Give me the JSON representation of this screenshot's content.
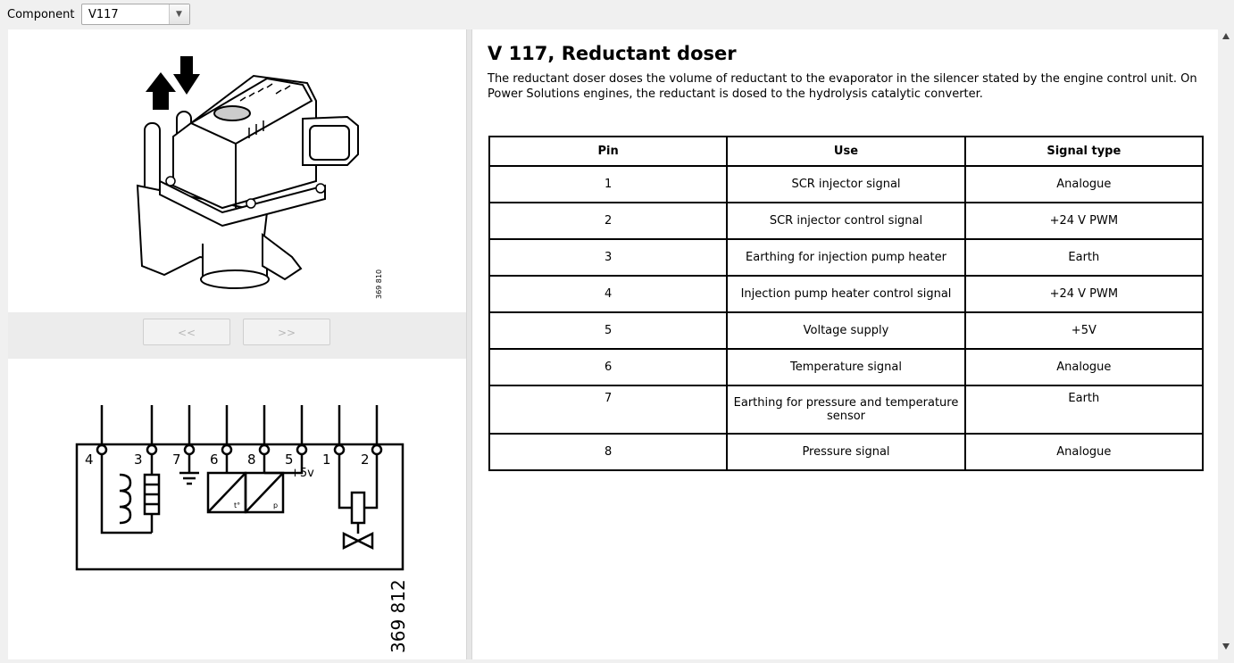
{
  "toolbar": {
    "component_label": "Component",
    "component_value": "V117"
  },
  "figures": {
    "photo_ref": "369 810",
    "diagram_ref": "369 812",
    "nav_prev": "<<",
    "nav_next": ">>",
    "pin_labels": [
      "4",
      "3",
      "7",
      "6",
      "8",
      "5",
      "1",
      "2"
    ],
    "supply_label": "+5v",
    "temp_sensor_label": "t°",
    "pressure_sensor_label": "p"
  },
  "content": {
    "title": "V 117, Reductant doser",
    "description": "The reductant doser doses the volume of reductant to the evaporator in the silencer stated by the engine control unit. On Power Solutions engines, the reductant is dosed to the hydrolysis catalytic converter.",
    "table": {
      "headers": [
        "Pin",
        "Use",
        "Signal type"
      ],
      "rows": [
        [
          "1",
          "SCR injector signal",
          "Analogue"
        ],
        [
          "2",
          "SCR injector control signal",
          "+24 V PWM"
        ],
        [
          "3",
          "Earthing for injection pump heater",
          "Earth"
        ],
        [
          "4",
          "Injection pump heater control signal",
          "+24 V PWM"
        ],
        [
          "5",
          "Voltage supply",
          "+5V"
        ],
        [
          "6",
          "Temperature signal",
          "Analogue"
        ],
        [
          "7",
          "Earthing for pressure and temperature sensor",
          "Earth"
        ],
        [
          "8",
          "Pressure signal",
          "Analogue"
        ]
      ]
    }
  }
}
